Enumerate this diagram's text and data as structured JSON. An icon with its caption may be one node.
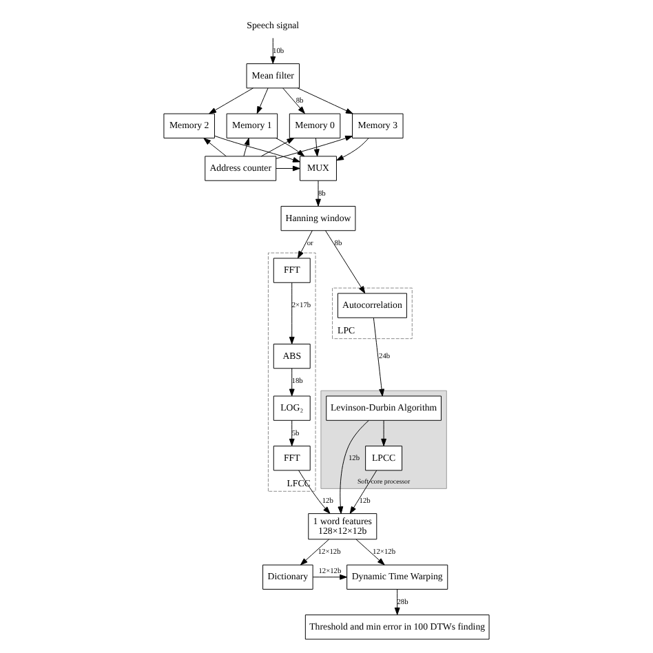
{
  "diagram": {
    "nodes": [
      {
        "text": [
          "Speech signal"
        ]
      },
      {
        "text": [
          "Mean filter"
        ]
      },
      {
        "text": [
          "Memory 0"
        ]
      },
      {
        "text": [
          "Memory 1"
        ]
      },
      {
        "text": [
          "Memory 2"
        ]
      },
      {
        "text": [
          "Memory 3"
        ]
      },
      {
        "text": [
          "MUX"
        ]
      },
      {
        "text": [
          "Address counter"
        ]
      },
      {
        "text": [
          "Hanning window"
        ]
      },
      {
        "text": [
          "LPC"
        ]
      },
      {
        "text": [
          "Autocorrelation"
        ],
        "in": 9
      },
      {
        "text": [
          "Soft-core processor"
        ]
      },
      {
        "text": [
          "Levinson-Durbin Algorithm"
        ],
        "in": 11
      },
      {
        "text": [
          "LPCC"
        ],
        "in": 11
      },
      {
        "text": [
          "LFCC"
        ]
      },
      {
        "text": [
          "FFT"
        ],
        "in": 14
      },
      {
        "text": [
          "ABS"
        ],
        "in": 14
      },
      {
        "text": [
          "LOG₂"
        ],
        "in": 14
      },
      {
        "text": [
          "FFT"
        ],
        "in": 14
      },
      {
        "text": [
          "1 word features",
          "128×12×12b"
        ]
      },
      {
        "text": [
          "Dictionary"
        ]
      },
      {
        "text": [
          "Dynamic Time Warping"
        ]
      },
      {
        "text": [
          "Threshold and min error in 100 DTWs finding"
        ]
      }
    ],
    "edges": [
      {
        "from": 0,
        "to": 1,
        "arrow": "to",
        "label": "10b"
      },
      {
        "from": 1,
        "to": 2,
        "arrow": "to",
        "label": "8b"
      },
      {
        "from": 1,
        "to": 3,
        "arrow": "to"
      },
      {
        "from": 1,
        "to": 4,
        "arrow": "to"
      },
      {
        "from": 1,
        "to": 5,
        "arrow": "to"
      },
      {
        "from": 7,
        "to": 2,
        "arrow": "to"
      },
      {
        "from": 7,
        "to": 3,
        "arrow": "to"
      },
      {
        "from": 7,
        "to": 4,
        "arrow": "to"
      },
      {
        "from": 7,
        "to": 5,
        "arrow": "to"
      },
      {
        "from": 7,
        "to": 6,
        "arrow": "to"
      },
      {
        "from": 2,
        "to": 6,
        "arrow": "to"
      },
      {
        "from": 3,
        "to": 6,
        "arrow": "to"
      },
      {
        "from": 4,
        "to": 6,
        "arrow": "to"
      },
      {
        "from": 5,
        "to": 6,
        "arrow": "to"
      },
      {
        "from": 6,
        "to": 8,
        "arrow": "to",
        "label": "8b"
      },
      {
        "from": 8,
        "to": 10,
        "arrow": "to",
        "label": "8b"
      },
      {
        "from": 8,
        "to": 15,
        "arrow": "to",
        "label": "or"
      },
      {
        "from": 10,
        "to": 12,
        "arrow": "to",
        "label": "24b"
      },
      {
        "from": 12,
        "to": 13,
        "arrow": "to"
      },
      {
        "from": 15,
        "to": 16,
        "arrow": "to",
        "label": "2×17b"
      },
      {
        "from": 16,
        "to": 17,
        "arrow": "to",
        "label": "18b"
      },
      {
        "from": 17,
        "to": 18,
        "arrow": "to",
        "label": "5b"
      },
      {
        "from": 12,
        "to": 19,
        "arrow": "to",
        "label": "12b"
      },
      {
        "from": 13,
        "to": 19,
        "arrow": "to",
        "label": "12b"
      },
      {
        "from": 18,
        "to": 19,
        "arrow": "to",
        "label": "12b"
      },
      {
        "from": 19,
        "to": 20,
        "arrow": "to",
        "label": "12×12b"
      },
      {
        "from": 19,
        "to": 21,
        "arrow": "to",
        "label": "12×12b"
      },
      {
        "from": 20,
        "to": 21,
        "arrow": "to",
        "label": "12×12b"
      },
      {
        "from": 21,
        "to": 22,
        "arrow": "to",
        "label": "28b"
      }
    ]
  }
}
